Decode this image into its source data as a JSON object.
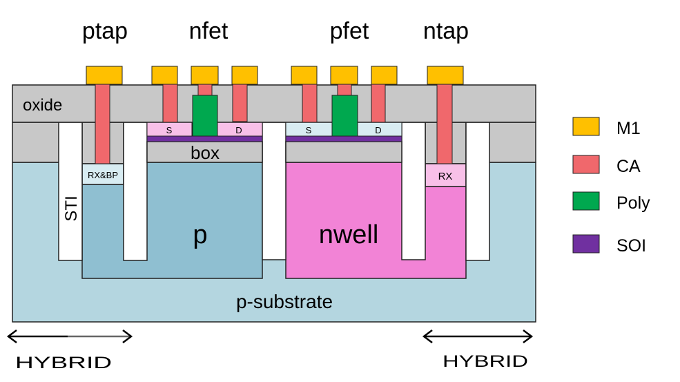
{
  "top_labels": {
    "ptap": "ptap",
    "nfet": "nfet",
    "pfet": "pfet",
    "ntap": "ntap"
  },
  "layers": {
    "oxide": "oxide",
    "box": "box",
    "sti": "STI",
    "p_well": "p",
    "nwell": "nwell",
    "substrate": "p-substrate",
    "rx_bp": "RX&BP",
    "rx": "RX",
    "nfet_source": "S",
    "nfet_drain": "D",
    "pfet_source": "S",
    "pfet_drain": "D"
  },
  "legend": [
    {
      "label": "M1",
      "color": "#ffc000"
    },
    {
      "label": "CA",
      "color": "#f0686c"
    },
    {
      "label": "Poly",
      "color": "#00a84f"
    },
    {
      "label": "SOI",
      "color": "#7030a0"
    }
  ],
  "colors": {
    "oxide": "#c8c8c8",
    "substrate": "#b4d6e0",
    "p_well": "#8fbfd1",
    "nwell": "#f283d6",
    "nfet_sd": "#f8c0e8",
    "pfet_sd": "#d8ecf2",
    "rx_bp": "#d8ecf2",
    "rx": "#f8c0e8",
    "sti": "#ffffff"
  },
  "annotations": [
    {
      "label": "HYBRID"
    },
    {
      "label": "HYBRID"
    }
  ]
}
